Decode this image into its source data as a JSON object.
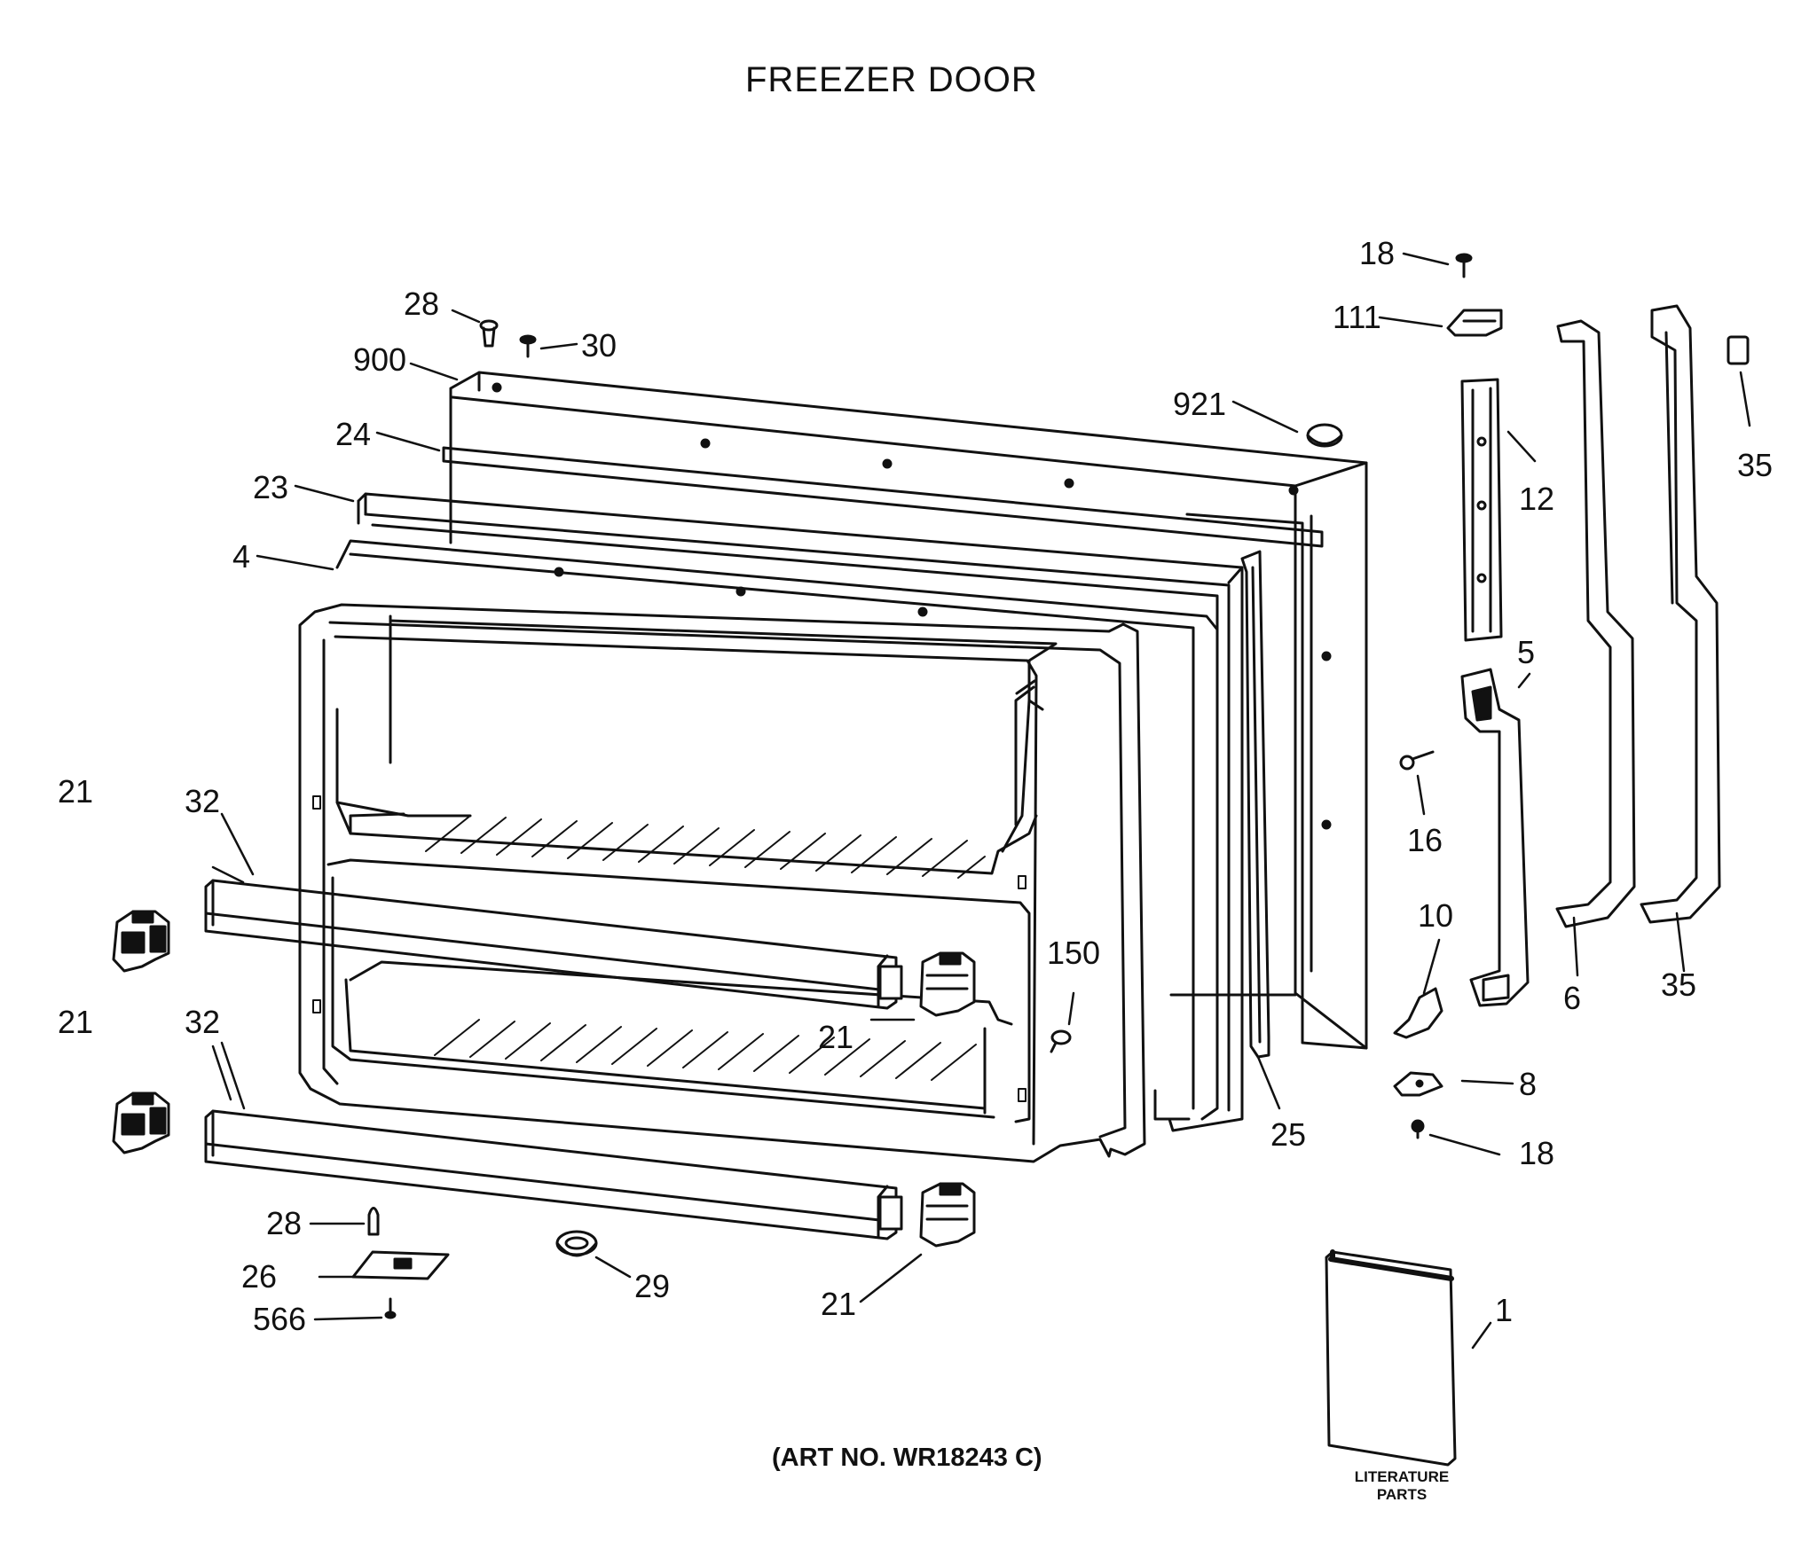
{
  "title": "FREEZER DOOR",
  "art_number": "(ART NO. WR18243 C)",
  "literature": {
    "line1": "LITERATURE",
    "line2": "PARTS"
  },
  "callouts": [
    {
      "id": "c18a",
      "label": "18"
    },
    {
      "id": "c111",
      "label": "111"
    },
    {
      "id": "c28a",
      "label": "28"
    },
    {
      "id": "c30",
      "label": "30"
    },
    {
      "id": "c900",
      "label": "900"
    },
    {
      "id": "c921",
      "label": "921"
    },
    {
      "id": "c24",
      "label": "24"
    },
    {
      "id": "c23",
      "label": "23"
    },
    {
      "id": "c4",
      "label": "4"
    },
    {
      "id": "c12",
      "label": "12"
    },
    {
      "id": "c35a",
      "label": "35"
    },
    {
      "id": "c5",
      "label": "5"
    },
    {
      "id": "c16",
      "label": "16"
    },
    {
      "id": "c21a",
      "label": "21"
    },
    {
      "id": "c32a",
      "label": "32"
    },
    {
      "id": "c150",
      "label": "150"
    },
    {
      "id": "c10",
      "label": "10"
    },
    {
      "id": "c6",
      "label": "6"
    },
    {
      "id": "c35b",
      "label": "35"
    },
    {
      "id": "c21b",
      "label": "21"
    },
    {
      "id": "c21c",
      "label": "21"
    },
    {
      "id": "c32b",
      "label": "32"
    },
    {
      "id": "c8",
      "label": "8"
    },
    {
      "id": "c25",
      "label": "25"
    },
    {
      "id": "c18b",
      "label": "18"
    },
    {
      "id": "c28b",
      "label": "28"
    },
    {
      "id": "c26",
      "label": "26"
    },
    {
      "id": "c29",
      "label": "29"
    },
    {
      "id": "c21d",
      "label": "21"
    },
    {
      "id": "c566",
      "label": "566"
    },
    {
      "id": "c1",
      "label": "1"
    }
  ]
}
